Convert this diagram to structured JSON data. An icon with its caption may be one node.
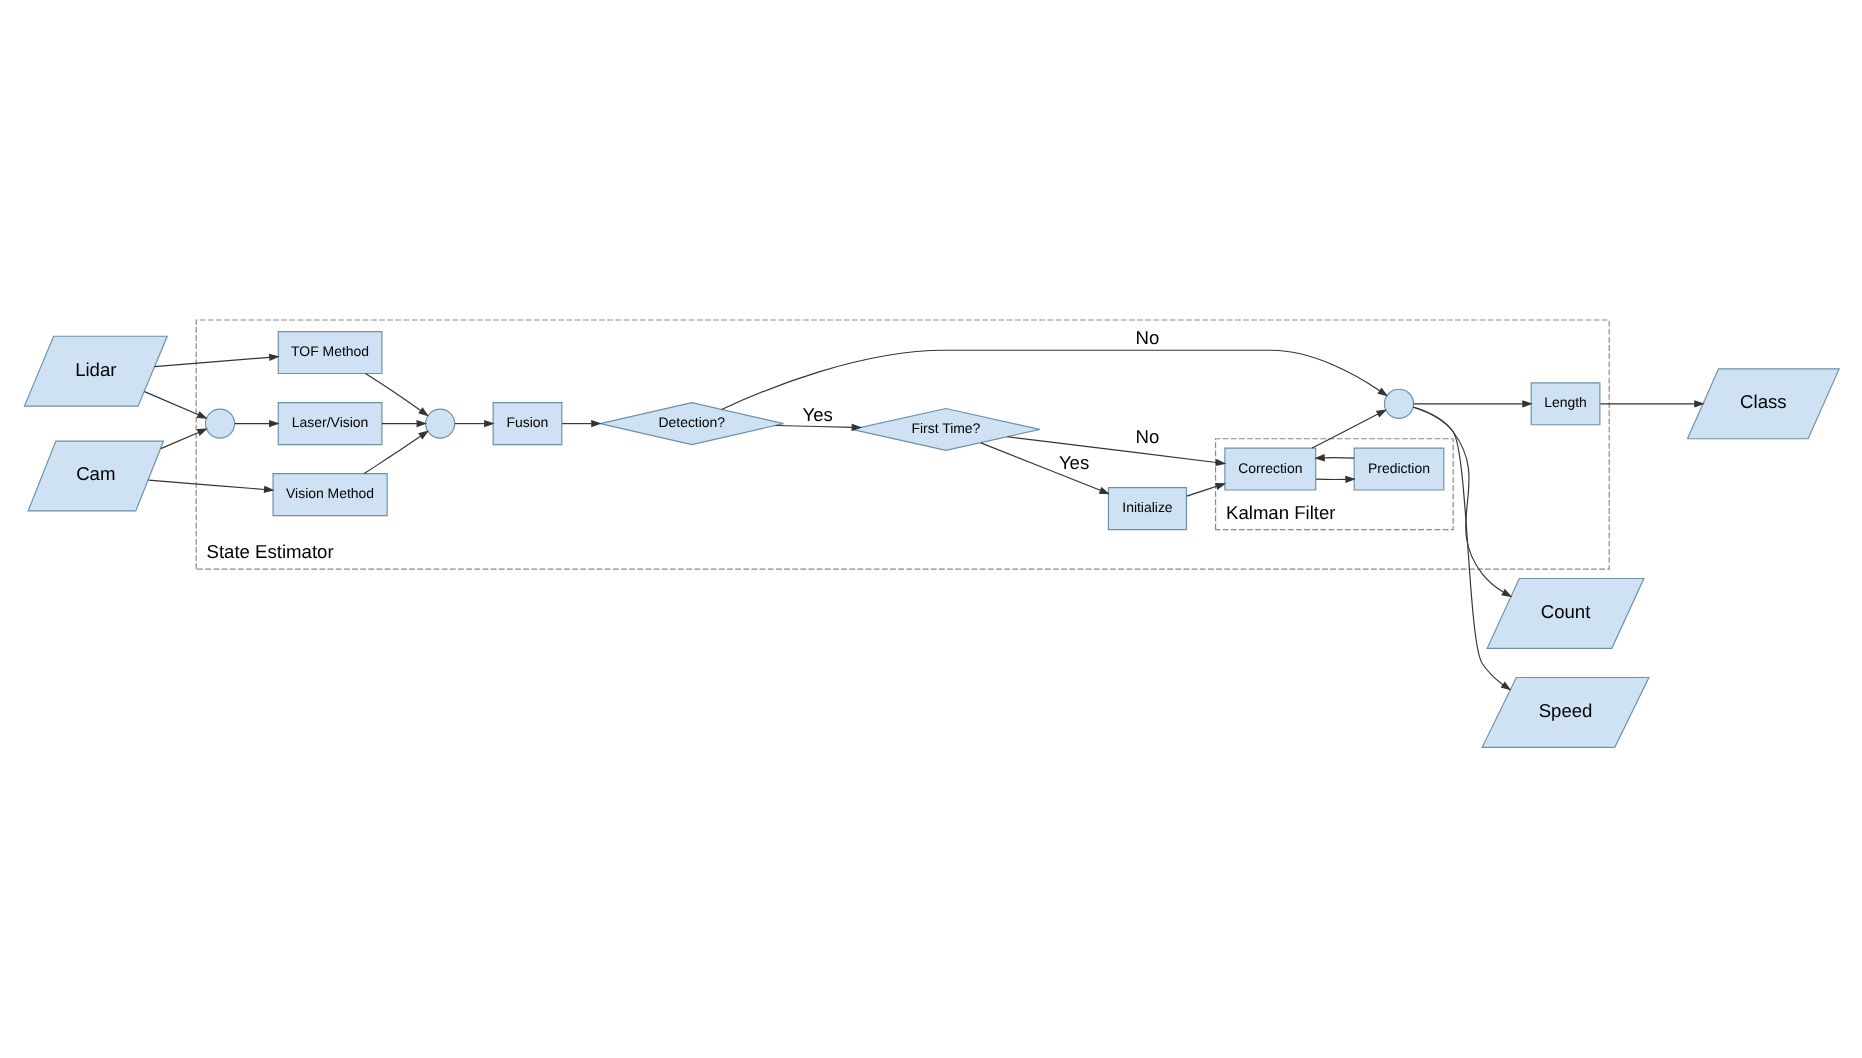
{
  "diagram": {
    "nodes": [
      {
        "text": [
          "State Estimator"
        ]
      },
      {
        "text": [
          "Lidar"
        ]
      },
      {
        "text": [
          "Cam"
        ]
      },
      {
        "text": [
          "TOF Method"
        ],
        "in": 0
      },
      {
        "text": [],
        "shape": "circle",
        "in": 0
      },
      {
        "text": [
          "Laser/Vision"
        ],
        "in": 0
      },
      {
        "text": [
          "Vision Method"
        ],
        "in": 0
      },
      {
        "text": [],
        "shape": "circle",
        "in": 0
      },
      {
        "text": [
          "Fusion"
        ],
        "in": 0
      },
      {
        "text": [
          "Detection?"
        ],
        "in": 0
      },
      {
        "text": [
          "First Time?"
        ],
        "in": 0
      },
      {
        "text": [
          "Initialize"
        ],
        "in": 0
      },
      {
        "text": [
          "Kalman Filter"
        ],
        "in": 0
      },
      {
        "text": [
          "Correction"
        ],
        "in": 12
      },
      {
        "text": [
          "Prediction"
        ],
        "in": 12
      },
      {
        "text": [],
        "shape": "circle",
        "in": 0
      },
      {
        "text": [
          "Length"
        ],
        "in": 0
      },
      {
        "text": [
          "Class"
        ]
      },
      {
        "text": [
          "Count"
        ]
      },
      {
        "text": [
          "Speed"
        ]
      }
    ],
    "edges": [
      {
        "from": 1,
        "to": 3,
        "arrow": "to"
      },
      {
        "from": 1,
        "to": 4,
        "arrow": "to"
      },
      {
        "from": 2,
        "to": 4,
        "arrow": "to"
      },
      {
        "from": 2,
        "to": 6,
        "arrow": "to"
      },
      {
        "from": 4,
        "to": 5,
        "arrow": "to"
      },
      {
        "from": 3,
        "to": 7,
        "arrow": "to"
      },
      {
        "from": 5,
        "to": 7,
        "arrow": "to"
      },
      {
        "from": 6,
        "to": 7,
        "arrow": "to"
      },
      {
        "from": 7,
        "to": 8,
        "arrow": "to"
      },
      {
        "from": 8,
        "to": 9,
        "arrow": "to"
      },
      {
        "from": 9,
        "to": 10,
        "arrow": "to",
        "label": "Yes"
      },
      {
        "from": 9,
        "to": 15,
        "arrow": "to",
        "label": "No"
      },
      {
        "from": 10,
        "to": 11,
        "arrow": "to",
        "label": "Yes"
      },
      {
        "from": 10,
        "to": 13,
        "arrow": "to",
        "label": "No"
      },
      {
        "from": 11,
        "to": 13,
        "arrow": "to"
      },
      {
        "from": 13,
        "to": 14,
        "arrow": "to"
      },
      {
        "from": 14,
        "to": 13,
        "arrow": "to"
      },
      {
        "from": 13,
        "to": 15,
        "arrow": "to"
      },
      {
        "from": 15,
        "to": 16,
        "arrow": "to"
      },
      {
        "from": 16,
        "to": 17,
        "arrow": "to"
      },
      {
        "from": 15,
        "to": 18,
        "arrow": "to"
      },
      {
        "from": 15,
        "to": 19,
        "arrow": "to"
      }
    ]
  }
}
